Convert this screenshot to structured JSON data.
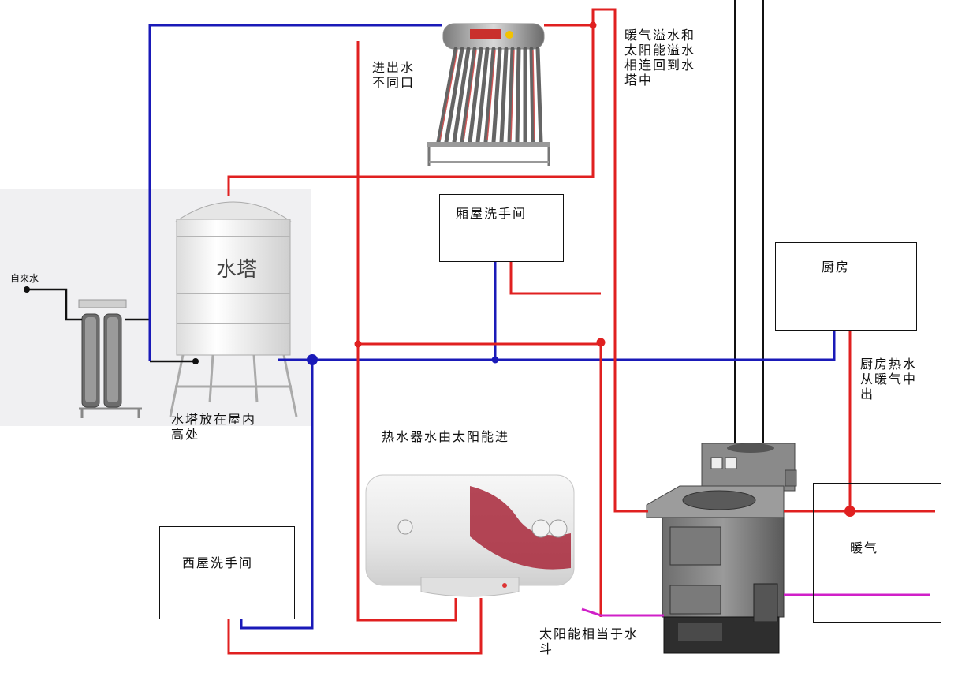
{
  "labels": {
    "tap_water": "自來水",
    "water_tower_text": "水塔",
    "tower_caption": "水塔放在屋内\n高处",
    "solar_inout": "进出水\n不同口",
    "overflow_note": "暖气溢水和\n太阳能溢水\n相连回到水\n塔中",
    "heater_note": "热水器水由太阳能进",
    "solar_funnel_note": "太阳能相当于水\n斗",
    "kitchen_hot_note": "厨房热水\n从暖气中\n出"
  },
  "rooms": {
    "east_bath": "厢屋洗手间",
    "kitchen": "厨房",
    "west_bath": "西屋洗手间",
    "radiator": "暖气"
  },
  "colors": {
    "hot_pipe": "#e02020",
    "cold_pipe": "#1a1ab8",
    "drain_pipe": "#d020c8",
    "tap_line": "#111111"
  }
}
